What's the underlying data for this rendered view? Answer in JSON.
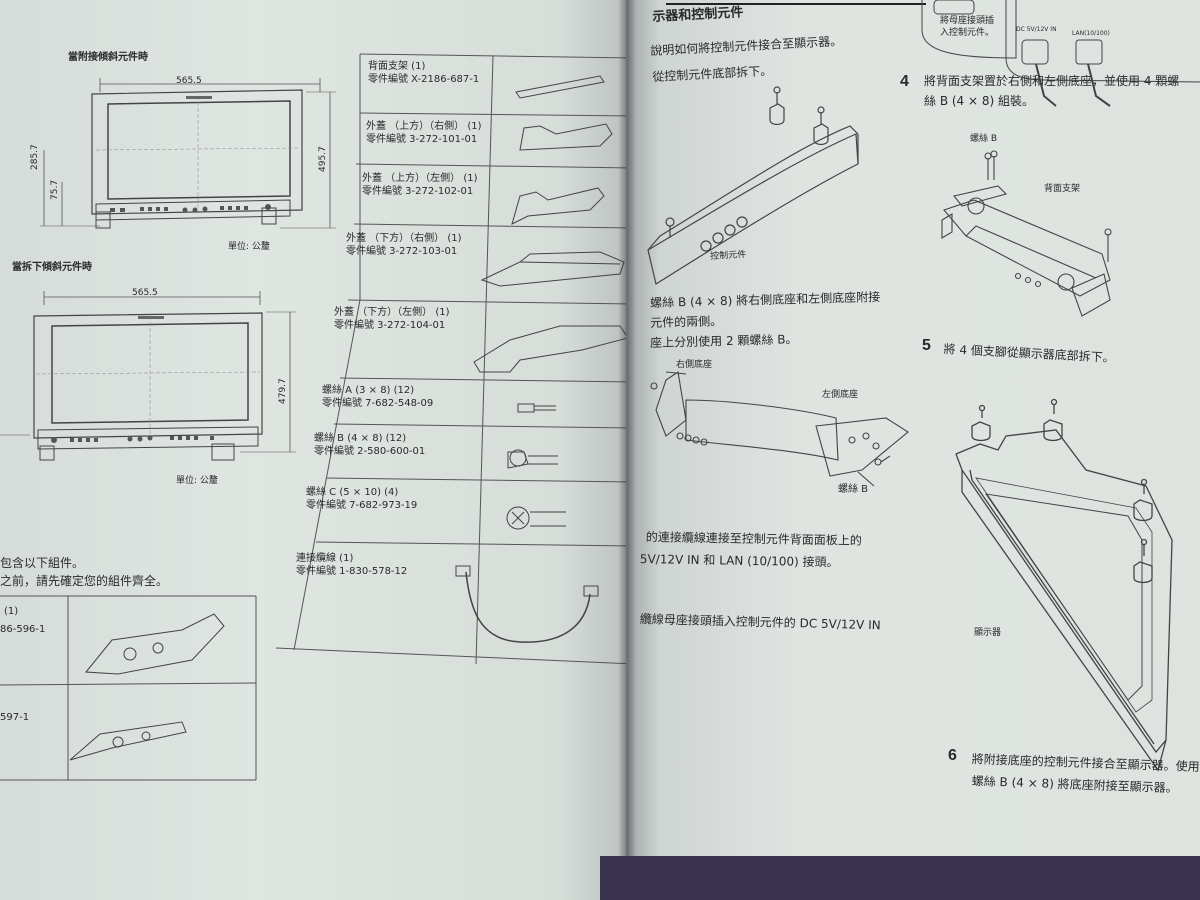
{
  "left_page": {
    "section_attached": {
      "heading": "當附接傾斜元件時",
      "width": "565.5",
      "dim_a": "285.7",
      "dim_b": "75.7",
      "dim_c": "495.7",
      "unit": "單位: 公釐"
    },
    "section_detached": {
      "heading": "當拆下傾斜元件時",
      "width": "565.5",
      "dim_c": "479.7",
      "unit": "單位: 公釐"
    },
    "contents_intro": [
      "包含以下組件。",
      "之前，請先確定您的組件齊全。"
    ],
    "partial_table": [
      {
        "line1": "(1)",
        "line2": "86-596-1"
      },
      {
        "line1": "",
        "line2": "597-1"
      }
    ],
    "parts_table": [
      {
        "name": "背面支架 (1)",
        "part": "零件編號 X-2186-687-1"
      },
      {
        "name": "外蓋 （上方）（右側） (1)",
        "part": "零件編號 3-272-101-01"
      },
      {
        "name": "外蓋 （上方）（左側） (1)",
        "part": "零件編號 3-272-102-01"
      },
      {
        "name": "外蓋 （下方）（右側） (1)",
        "part": "零件編號 3-272-103-01"
      },
      {
        "name": "外蓋 （下方）（左側） (1)",
        "part": "零件編號 3-272-104-01"
      },
      {
        "name": "螺絲 A (3 × 8) (12)",
        "part": "零件編號 7-682-548-09"
      },
      {
        "name": "螺絲 B (4 × 8) (12)",
        "part": "零件編號 2-580-600-01"
      },
      {
        "name": "螺絲 C (5 × 10) (4)",
        "part": "零件編號 7-682-973-19"
      },
      {
        "name": "連接纜線 (1)",
        "part": "零件編號 1-830-578-12"
      }
    ]
  },
  "right_page": {
    "header": "示器和控制元件",
    "intro": [
      "說明如何將控制元件接合至顯示器。",
      "從控制元件底部拆下。"
    ],
    "fig1_label": "控制元件",
    "para_b": [
      "螺絲 B (4 × 8) 將右側底座和左側底座附接",
      "元件的兩側。",
      "座上分別使用 2 顆螺絲 B。"
    ],
    "fig2_labels": {
      "right_base": "右側底座",
      "left_base": "左側底座",
      "screw_b": "螺絲 B"
    },
    "para_cable": [
      "的連接纜線連接至控制元件背面面板上的",
      "5V/12V IN 和 LAN (10/100) 接頭。"
    ],
    "para_plug": "纜線母座接頭插入控制元件的 DC 5V/12V IN",
    "top_box_text": [
      "將母座接頭插",
      "入控制元件。"
    ],
    "connector_labels": {
      "dc": "DC 5V/12V IN",
      "lan": "LAN(10/100)"
    },
    "steps": [
      {
        "num": "4",
        "lines": [
          "將背面支架置於右側和左側底座，並使用 4 顆螺",
          "絲 B (4 × 8) 組裝。"
        ]
      },
      {
        "num": "5",
        "lines": [
          "將 4 個支腳從顯示器底部拆下。"
        ]
      },
      {
        "num": "6",
        "lines": [
          "將附接底座的控制元件接合至顯示器。使用",
          "螺絲 B (4 × 8) 將底座附接至顯示器。"
        ]
      }
    ],
    "fig4_labels": {
      "screw_b": "螺絲 B",
      "bracket": "背面支架"
    },
    "fig5_label": "顯示器"
  }
}
